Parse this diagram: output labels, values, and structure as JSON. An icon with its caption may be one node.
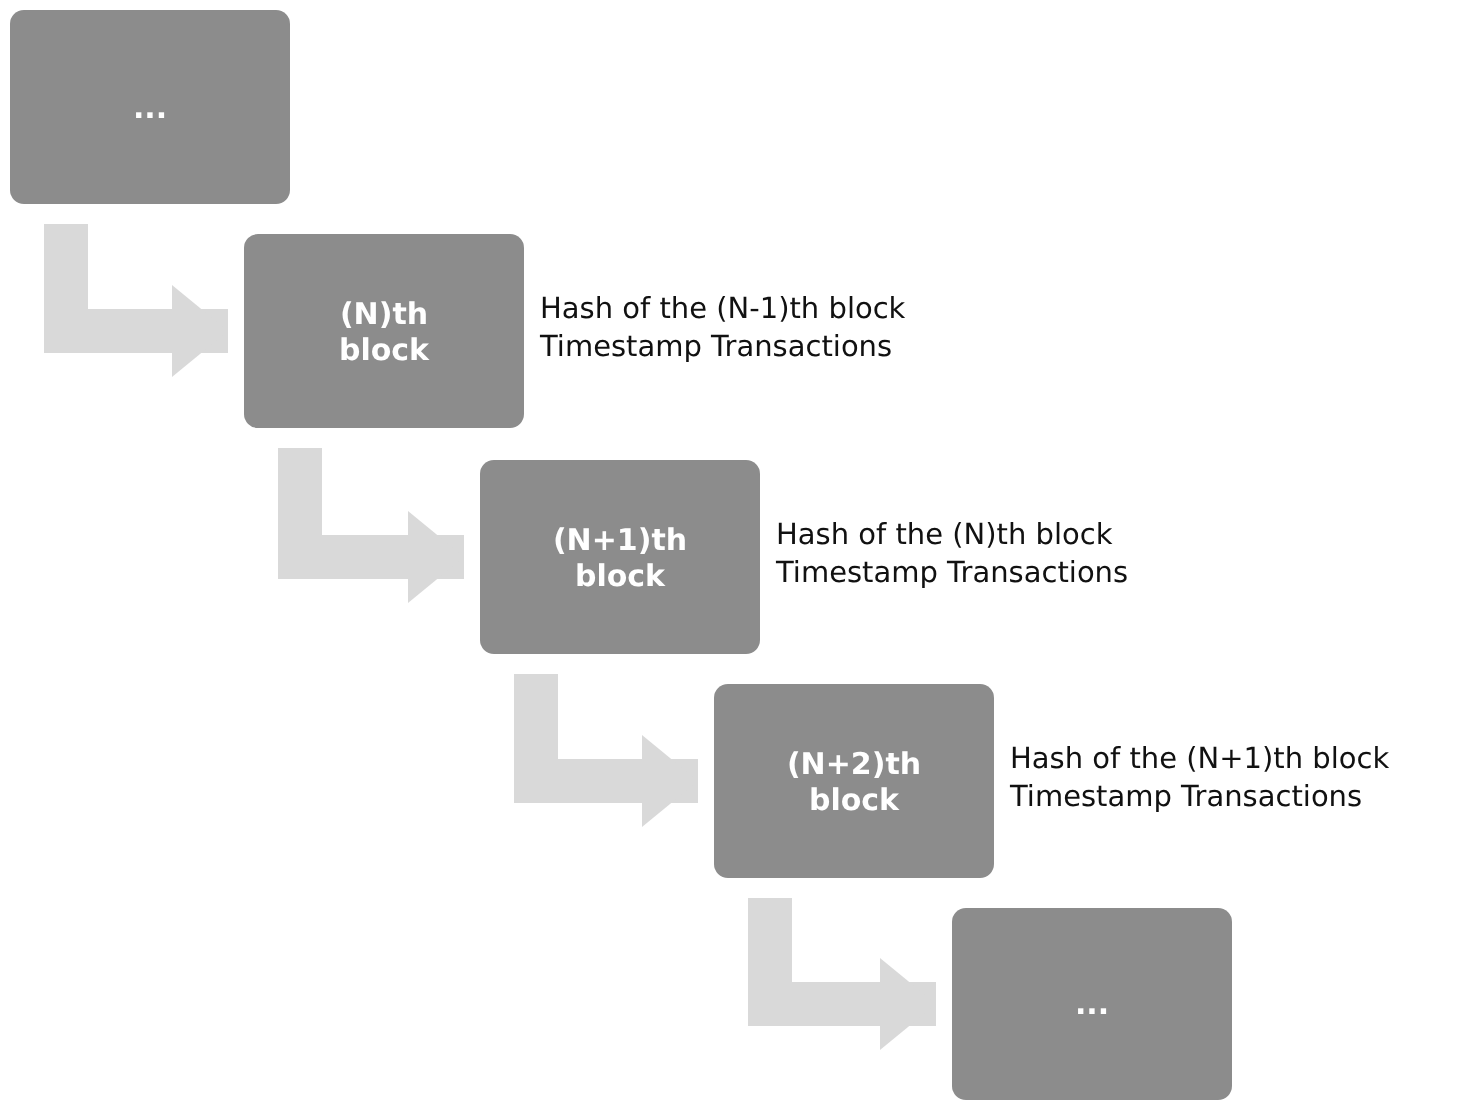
{
  "diagram": {
    "nodes": [
      {
        "text": [
          "..."
        ]
      },
      {
        "text": [
          "(N)th block"
        ],
        "beside": [
          "Hash of the (N-1)th block",
          "Timestamp Transactions"
        ]
      },
      {
        "text": [
          "(N+1)th block"
        ],
        "beside": [
          "Hash of the (N)th block",
          "Timestamp Transactions"
        ]
      },
      {
        "text": [
          "(N+2)th block"
        ],
        "beside": [
          "Hash of the (N+1)th block",
          "Timestamp Transactions"
        ]
      },
      {
        "text": [
          "..."
        ]
      }
    ],
    "edges": [
      {
        "from": 0,
        "to": 1,
        "arrow": "to"
      },
      {
        "from": 1,
        "to": 2,
        "arrow": "to"
      },
      {
        "from": 2,
        "to": 3,
        "arrow": "to"
      },
      {
        "from": 3,
        "to": 4,
        "arrow": "to"
      }
    ]
  }
}
